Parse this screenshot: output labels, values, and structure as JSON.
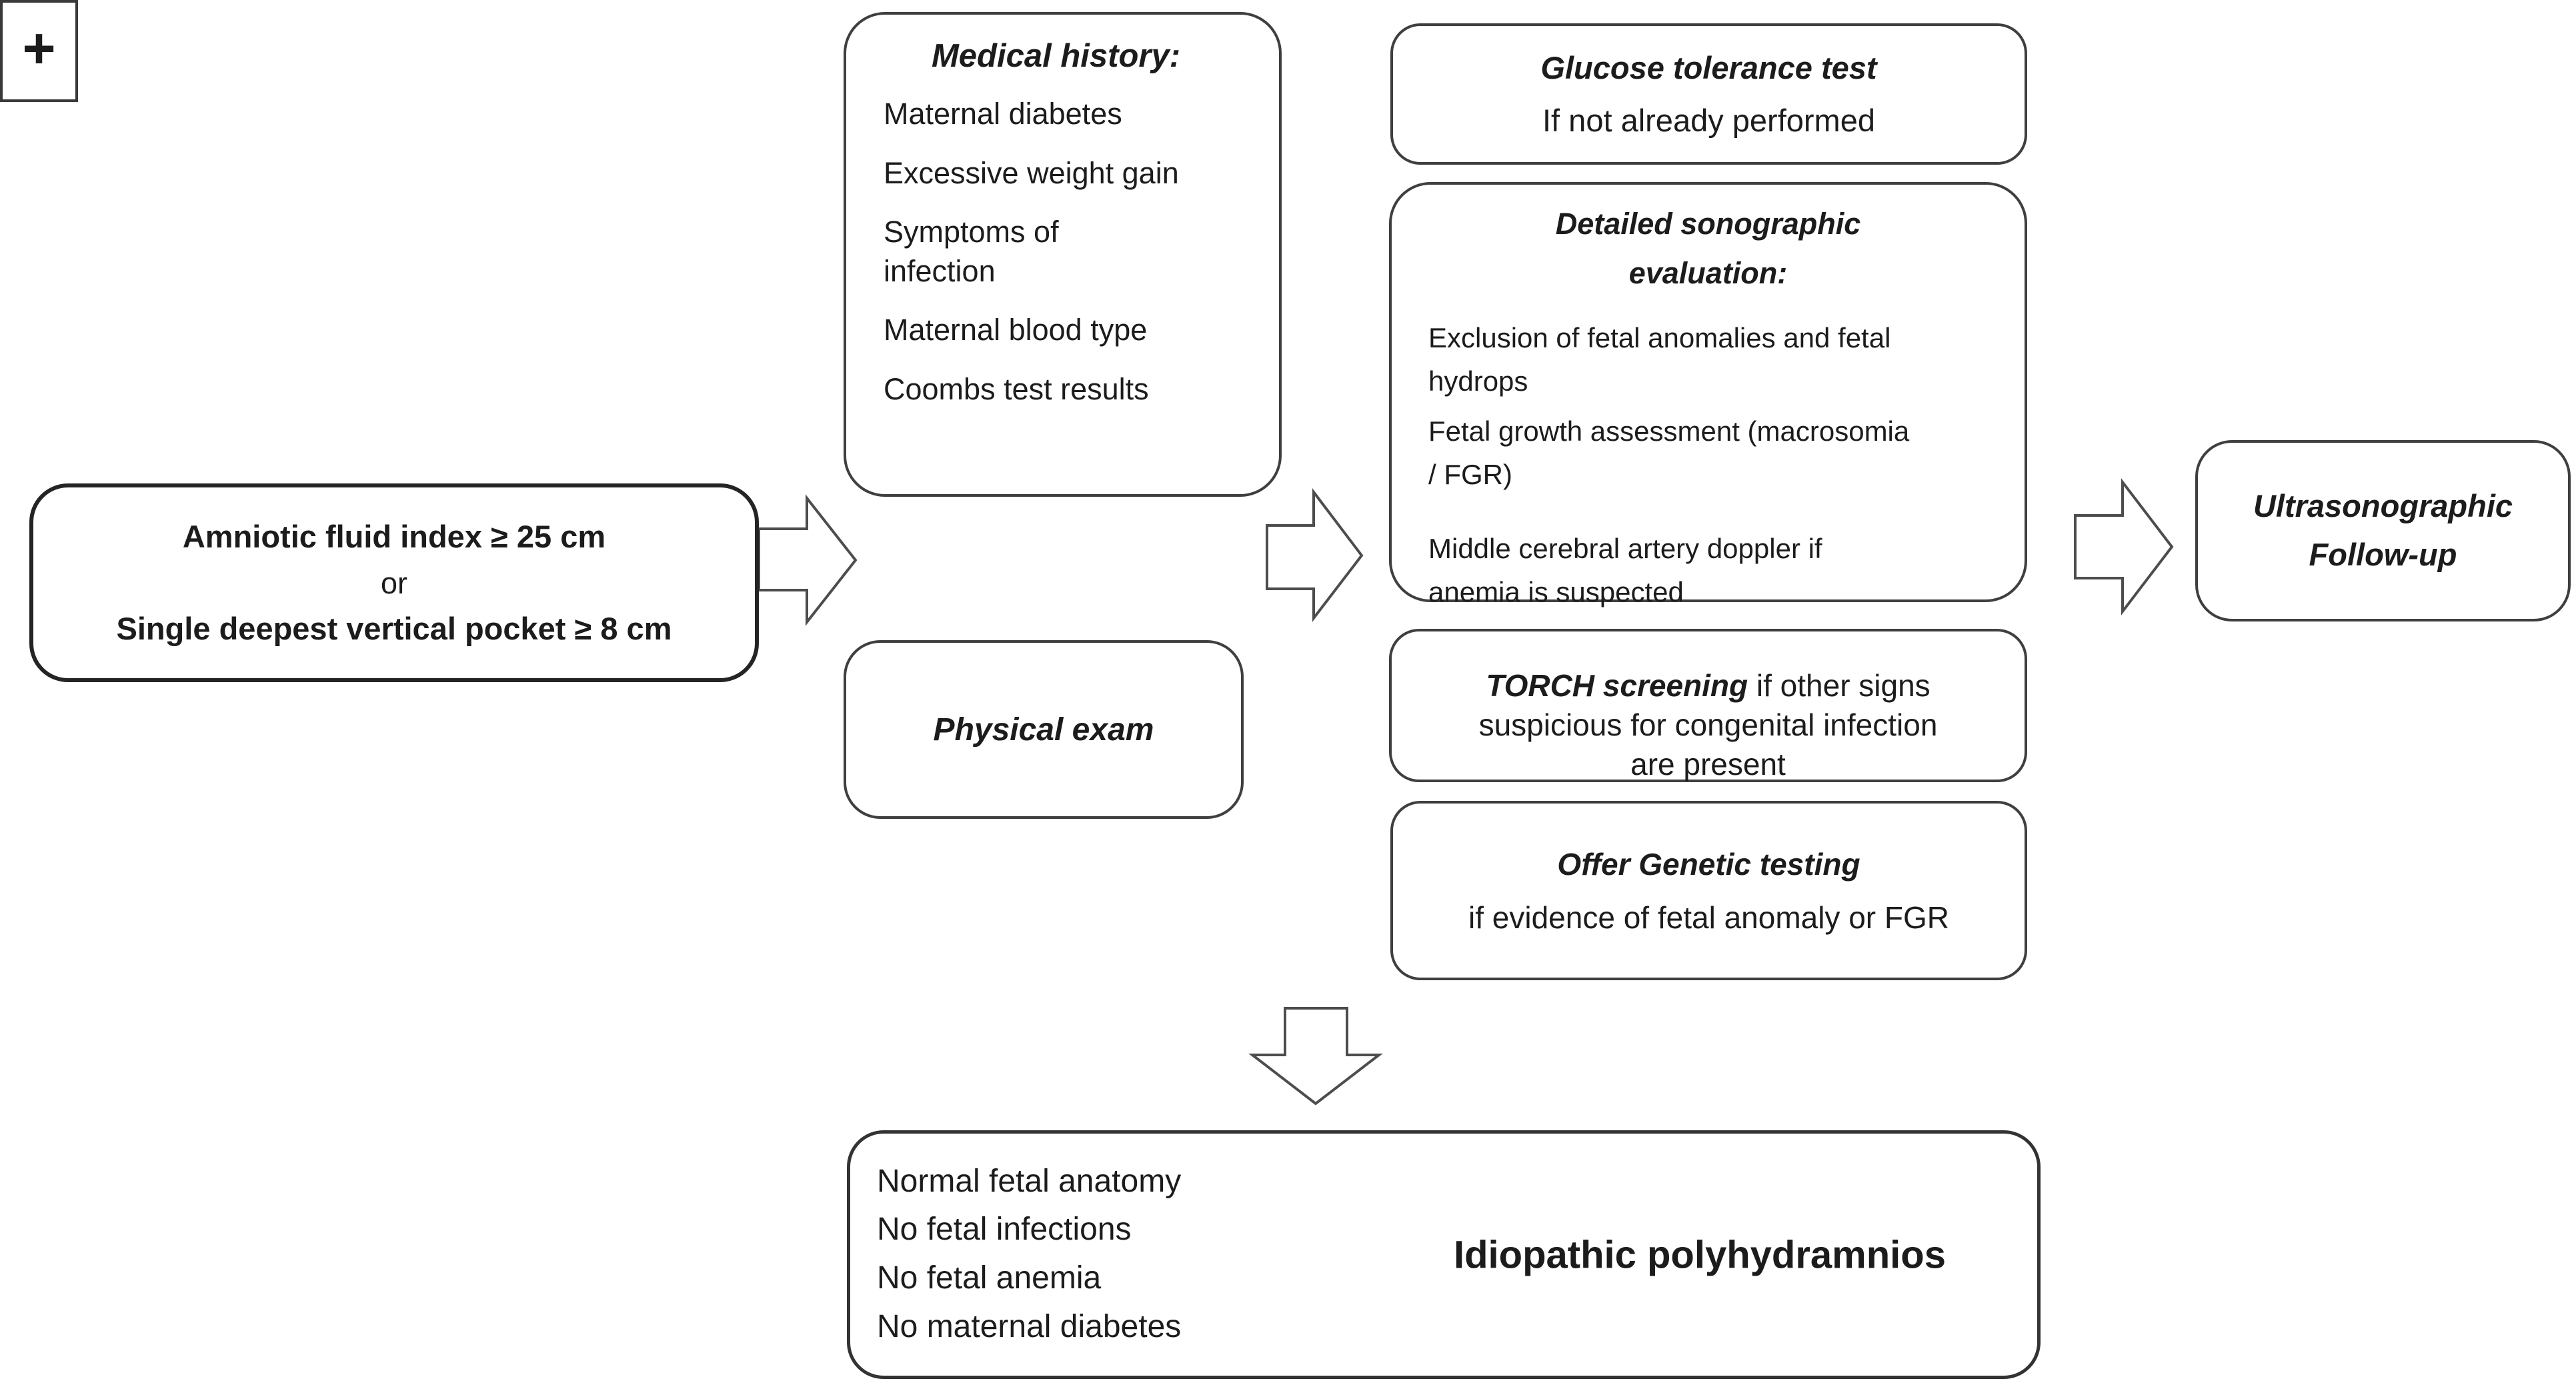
{
  "palette": {
    "background": "#ffffff",
    "box_border": "#3f3f3f",
    "criteria_border": "#242424",
    "arrow_stroke": "#4d4d4d",
    "text": "#1c1c1c"
  },
  "criteria_box": {
    "line1": "Amniotic fluid index ≥ 25 cm",
    "line2": "or",
    "line3": "Single deepest vertical pocket ≥ 8 cm"
  },
  "medical_history_box": {
    "title": "Medical history:",
    "items": [
      "Maternal diabetes",
      "Excessive weight gain",
      "Symptoms of\ninfection",
      "Maternal blood type",
      "Coombs test results"
    ]
  },
  "plus_connector": {
    "symbol": "+"
  },
  "physical_exam_box": {
    "title": "Physical exam"
  },
  "glucose_box": {
    "title": "Glucose tolerance test",
    "subtitle": "If not already performed"
  },
  "sonographic_box": {
    "title": "Detailed sonographic\nevaluation:",
    "items": [
      "Exclusion of fetal anomalies and fetal\nhydrops",
      "Fetal growth assessment (macrosomia\n/ FGR)",
      "Middle cerebral artery doppler if\nanemia is suspected"
    ]
  },
  "torch_box": {
    "lead": "TORCH screening",
    "rest": " if other signs\nsuspicious for congenital infection\nare present"
  },
  "genetic_box": {
    "title": "Offer Genetic testing",
    "subtitle": "if evidence of fetal anomaly or FGR"
  },
  "followup_box": {
    "title": "Ultrasonographic\nFollow-up"
  },
  "conclusion_box": {
    "criteria": [
      "Normal fetal anatomy",
      "No fetal infections",
      "No fetal anemia",
      "No maternal diabetes"
    ],
    "result": "Idiopathic polyhydramnios"
  }
}
